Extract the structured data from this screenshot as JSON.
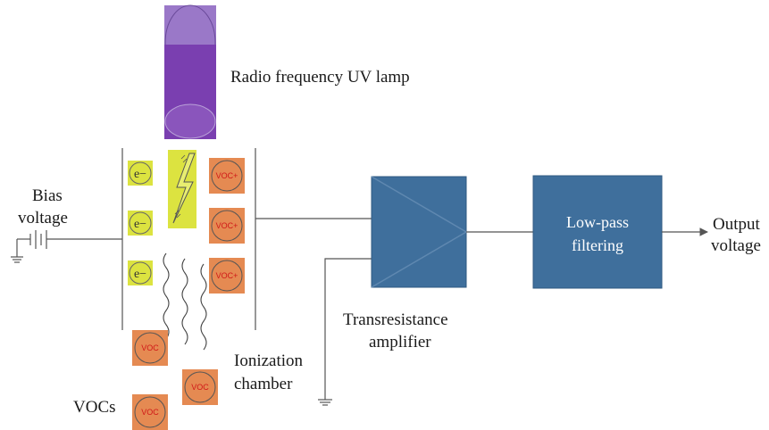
{
  "labels": {
    "uv_lamp": "Radio frequency UV lamp",
    "bias_line1": "Bias",
    "bias_line2": "voltage",
    "tia_line1": "Transresistance",
    "tia_line2": "amplifier",
    "lowpass_line1": "Low-pass",
    "lowpass_line2": "filtering",
    "output_line1": "Output",
    "output_line2": "voltage",
    "chamber_line1": "Ionization",
    "chamber_line2": "chamber",
    "vocs": "VOCs"
  },
  "particles": {
    "electron": "e−",
    "ion": "VOC+",
    "neutral": "VOC"
  },
  "colors": {
    "lamp": "#7a3fb0",
    "lamp_top": "#9a78c8",
    "block": "#3f6f9c",
    "electron_fill": "#dce340",
    "voc_box": "#e58a52",
    "voc_text": "#d01818",
    "wire": "#555555"
  },
  "icons": [
    "battery-icon",
    "ground-icon",
    "lightning-icon",
    "wave-icon",
    "amplifier-triangle-icon",
    "arrow-icon"
  ]
}
